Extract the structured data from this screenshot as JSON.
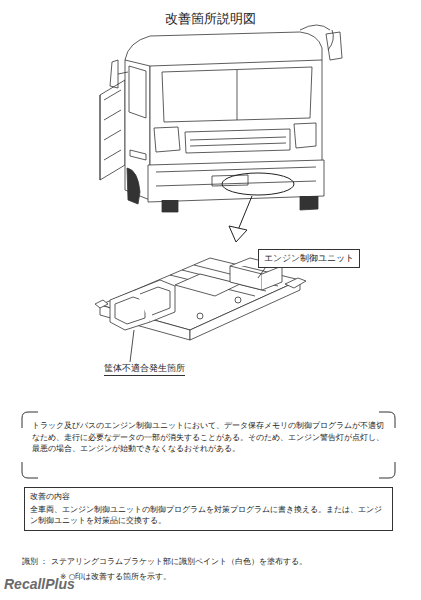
{
  "diagram": {
    "title": "改善箇所説明図",
    "nodes": [
      {
        "text": [
          "エンジン制御ユニット"
        ]
      },
      {
        "text": [
          "トラック及びバスのエンジン制御ユニットにおいて、データ保存メモリの制御プログラムが不適切なため、走行に必要なデータの一部が消失することがある。そのため、エンジン警告灯が点灯し、最悪の場合、エンジンが始動できなくなるおそれがある。"
        ]
      },
      {
        "text": [
          "改善の内容",
          "全車両、エンジン制御ユニットの制御プログラムを対策プログラムに書き換える。または、エンジン制御ユニットを対策品に交換する。"
        ]
      }
    ],
    "labels": [
      "筐体不適合発生箇所",
      "識別 ： ステアリングコラムブラケット部に識別ペイント（白色）を塗布する。",
      "※ ○印は改善する箇所を示す。",
      "RecallPlus"
    ]
  }
}
